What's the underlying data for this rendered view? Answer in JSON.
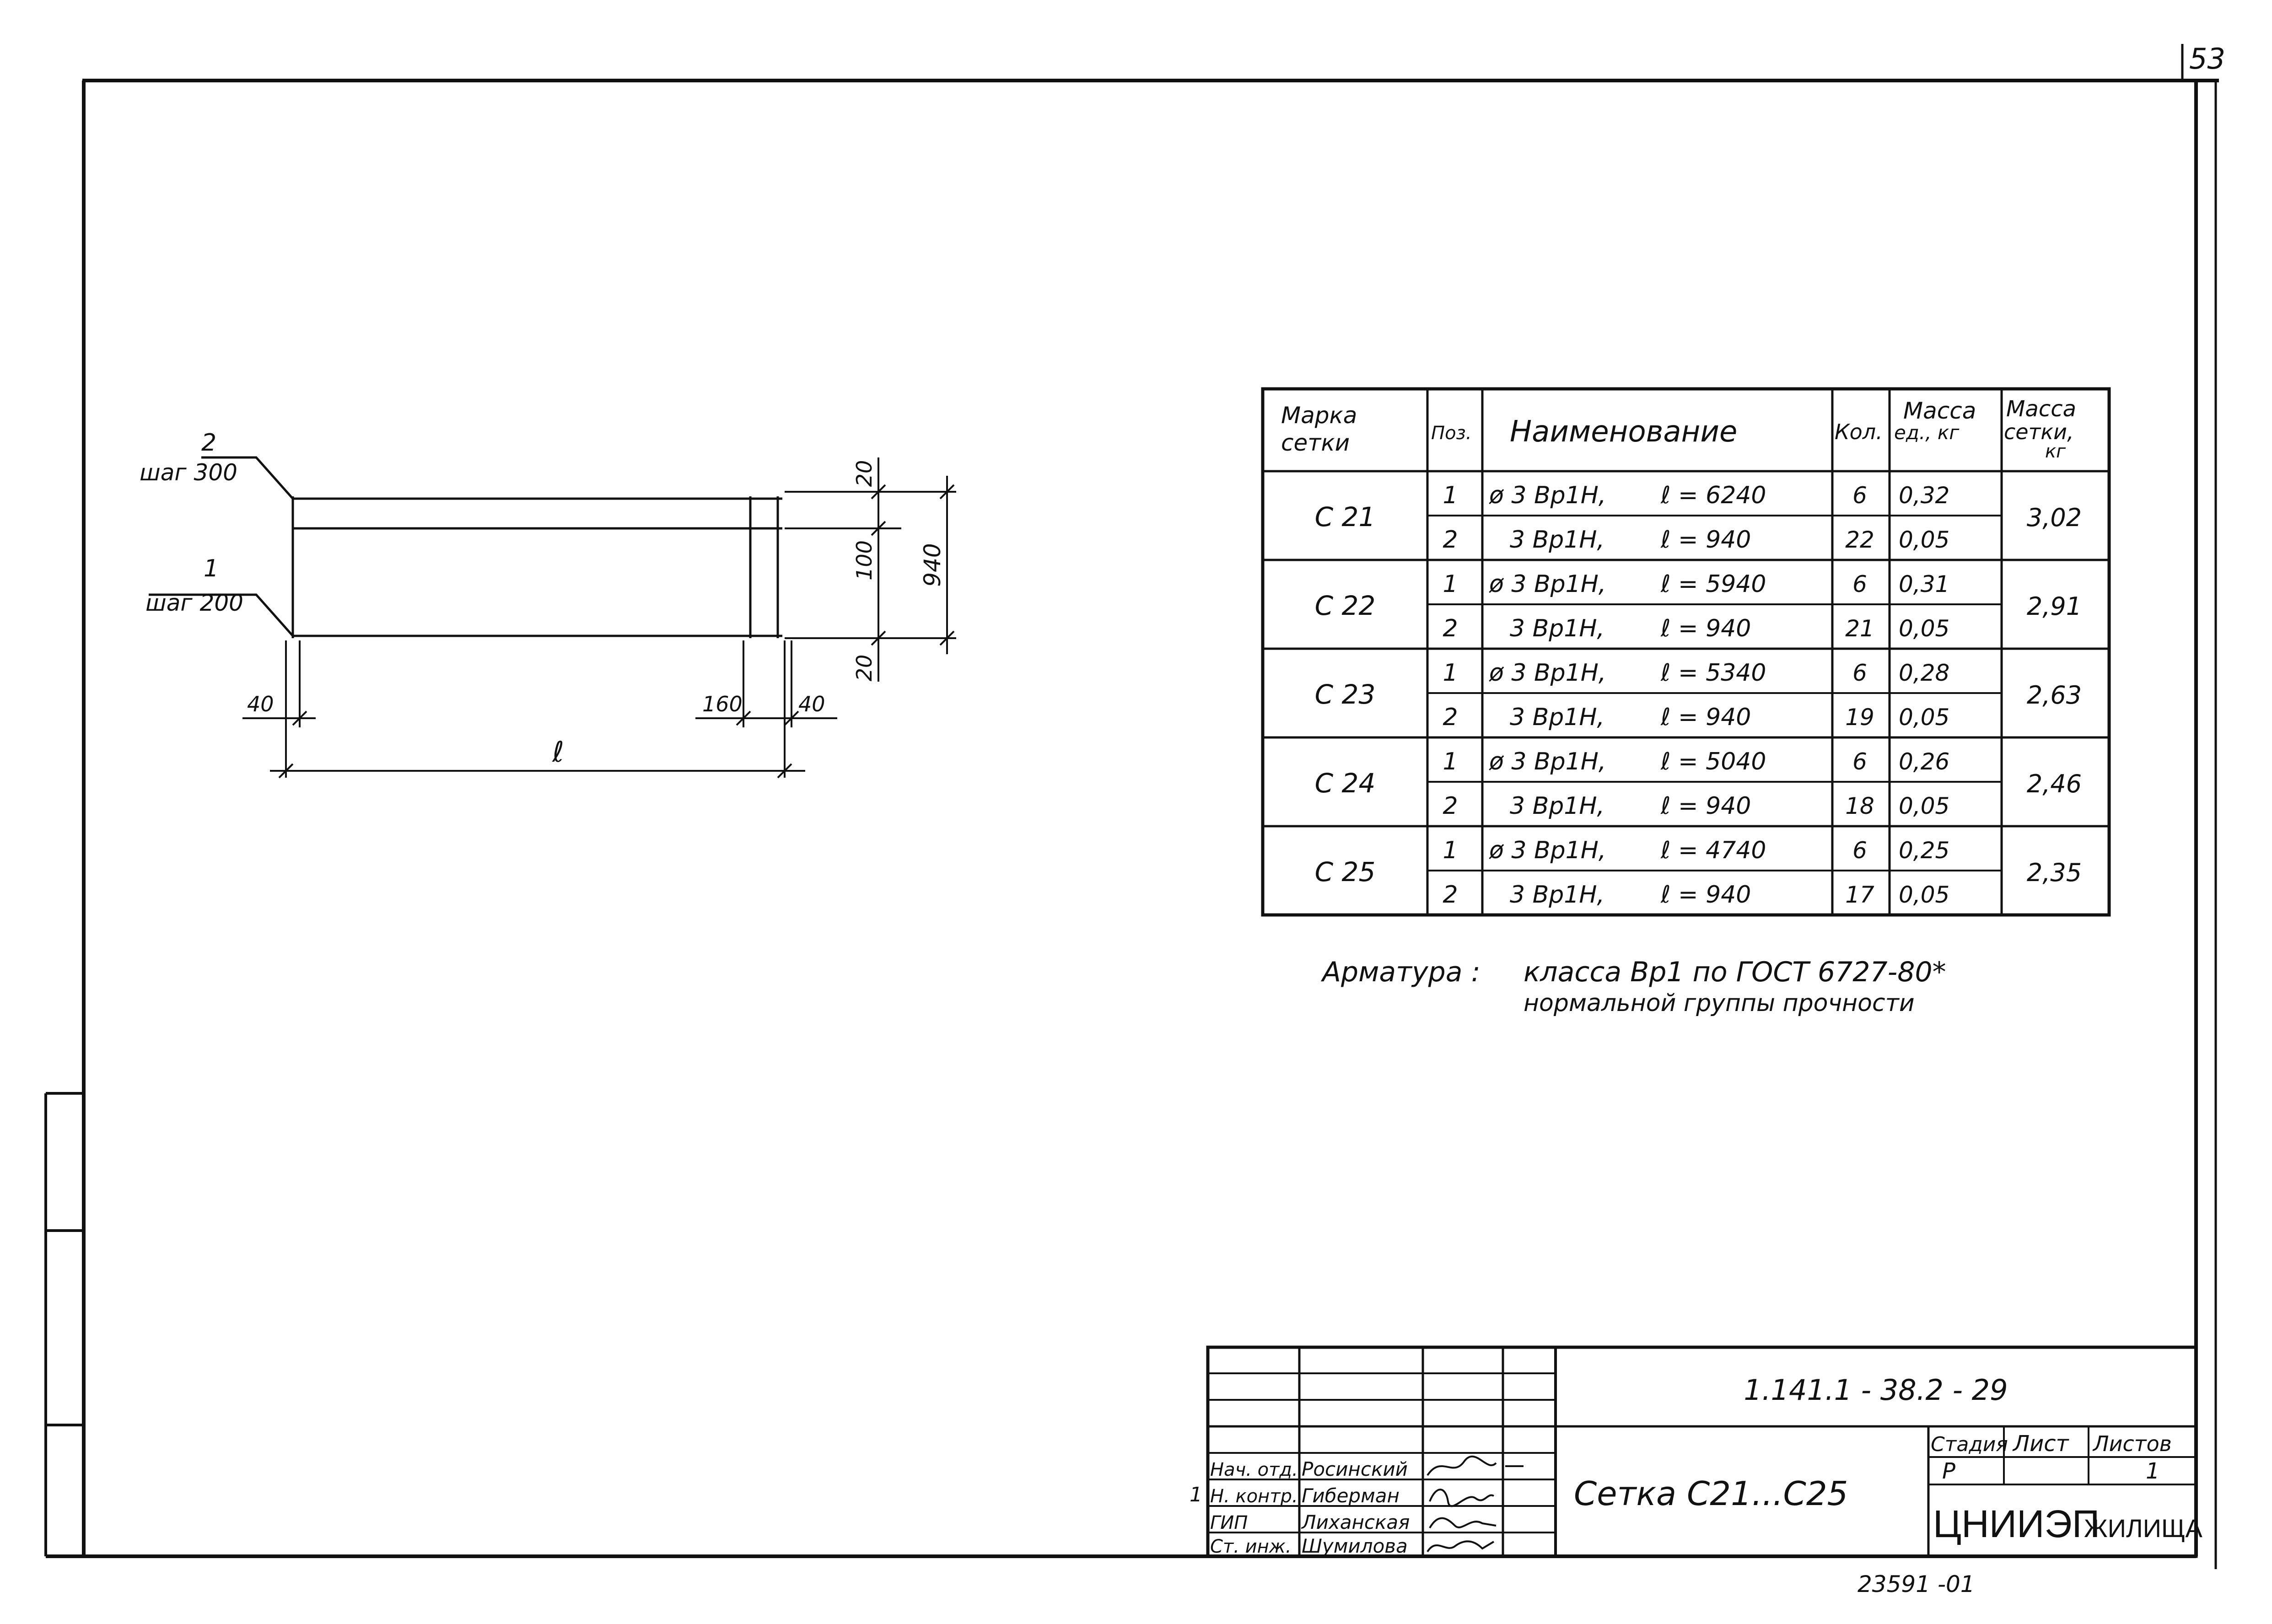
{
  "page_number": "53",
  "drawing": {
    "pos2_label": "2",
    "pos2_step": "шаг 300",
    "pos1_label": "1",
    "pos1_step": "шаг 200",
    "dim_top": "20",
    "dim_middle": "100",
    "dim_bottom": "20",
    "dim_total": "940",
    "dim_left": "40",
    "dim_inner": "160",
    "dim_right": "40",
    "dim_length": "ℓ"
  },
  "spec_table": {
    "headers": {
      "mark_line1": "Марка",
      "mark_line2": "сетки",
      "pos": "Поз.",
      "name": "Наименование",
      "qty": "Кол.",
      "unit_mass_line1": "Масса",
      "unit_mass_line2": "ед., кг",
      "mesh_mass_line1": "Масса",
      "mesh_mass_line2": "сетки,",
      "mesh_mass_line3": "кг"
    },
    "groups": [
      {
        "mark": "С 21",
        "mesh_mass": "3,02",
        "rows": [
          {
            "pos": "1",
            "name": "ø 3 Вр1Н,",
            "length": "ℓ = 6240",
            "qty": "6",
            "unit_mass": "0,32"
          },
          {
            "pos": "2",
            "name": "3 Вр1Н,",
            "length": "ℓ = 940",
            "qty": "22",
            "unit_mass": "0,05"
          }
        ]
      },
      {
        "mark": "С 22",
        "mesh_mass": "2,91",
        "rows": [
          {
            "pos": "1",
            "name": "ø 3 Вр1Н,",
            "length": "ℓ = 5940",
            "qty": "6",
            "unit_mass": "0,31"
          },
          {
            "pos": "2",
            "name": "3 Вр1Н,",
            "length": "ℓ = 940",
            "qty": "21",
            "unit_mass": "0,05"
          }
        ]
      },
      {
        "mark": "С 23",
        "mesh_mass": "2,63",
        "rows": [
          {
            "pos": "1",
            "name": "ø 3 Вр1Н,",
            "length": "ℓ = 5340",
            "qty": "6",
            "unit_mass": "0,28"
          },
          {
            "pos": "2",
            "name": "3 Вр1Н,",
            "length": "ℓ = 940",
            "qty": "19",
            "unit_mass": "0,05"
          }
        ]
      },
      {
        "mark": "С 24",
        "mesh_mass": "2,46",
        "rows": [
          {
            "pos": "1",
            "name": "ø 3 Вр1Н,",
            "length": "ℓ = 5040",
            "qty": "6",
            "unit_mass": "0,26"
          },
          {
            "pos": "2",
            "name": "3 Вр1Н,",
            "length": "ℓ = 940",
            "qty": "18",
            "unit_mass": "0,05"
          }
        ]
      },
      {
        "mark": "С 25",
        "mesh_mass": "2,35",
        "rows": [
          {
            "pos": "1",
            "name": "ø 3 Вр1Н,",
            "length": "ℓ = 4740",
            "qty": "6",
            "unit_mass": "0,25"
          },
          {
            "pos": "2",
            "name": "3 Вр1Н,",
            "length": "ℓ = 940",
            "qty": "17",
            "unit_mass": "0,05"
          }
        ]
      }
    ]
  },
  "note": {
    "label": "Арматура :",
    "line1": "класса Вр1 по ГОСТ 6727-80*",
    "line2": "нормальной группы прочности"
  },
  "title_block": {
    "code": "1.141.1 - 38.2 - 29",
    "title": "Сетка  С21...С25",
    "stage_header": "Стадия",
    "sheet_header": "Лист",
    "sheets_header": "Листов",
    "stage_value": "Р",
    "sheet_value": "",
    "sheets_value": "1",
    "org_main": "ЦНИИЭП",
    "org_sub": "ЖИЛИЩА",
    "revision_mark": "1",
    "staff": [
      {
        "role": "Нач. отд.",
        "name": "Росинский"
      },
      {
        "role": "Н. контр.",
        "name": "Гиберман"
      },
      {
        "role": "ГИП",
        "name": "Лиханская"
      },
      {
        "role": "Ст. инж.",
        "name": "Шумилова"
      }
    ]
  },
  "footer_number": "23591 -01"
}
